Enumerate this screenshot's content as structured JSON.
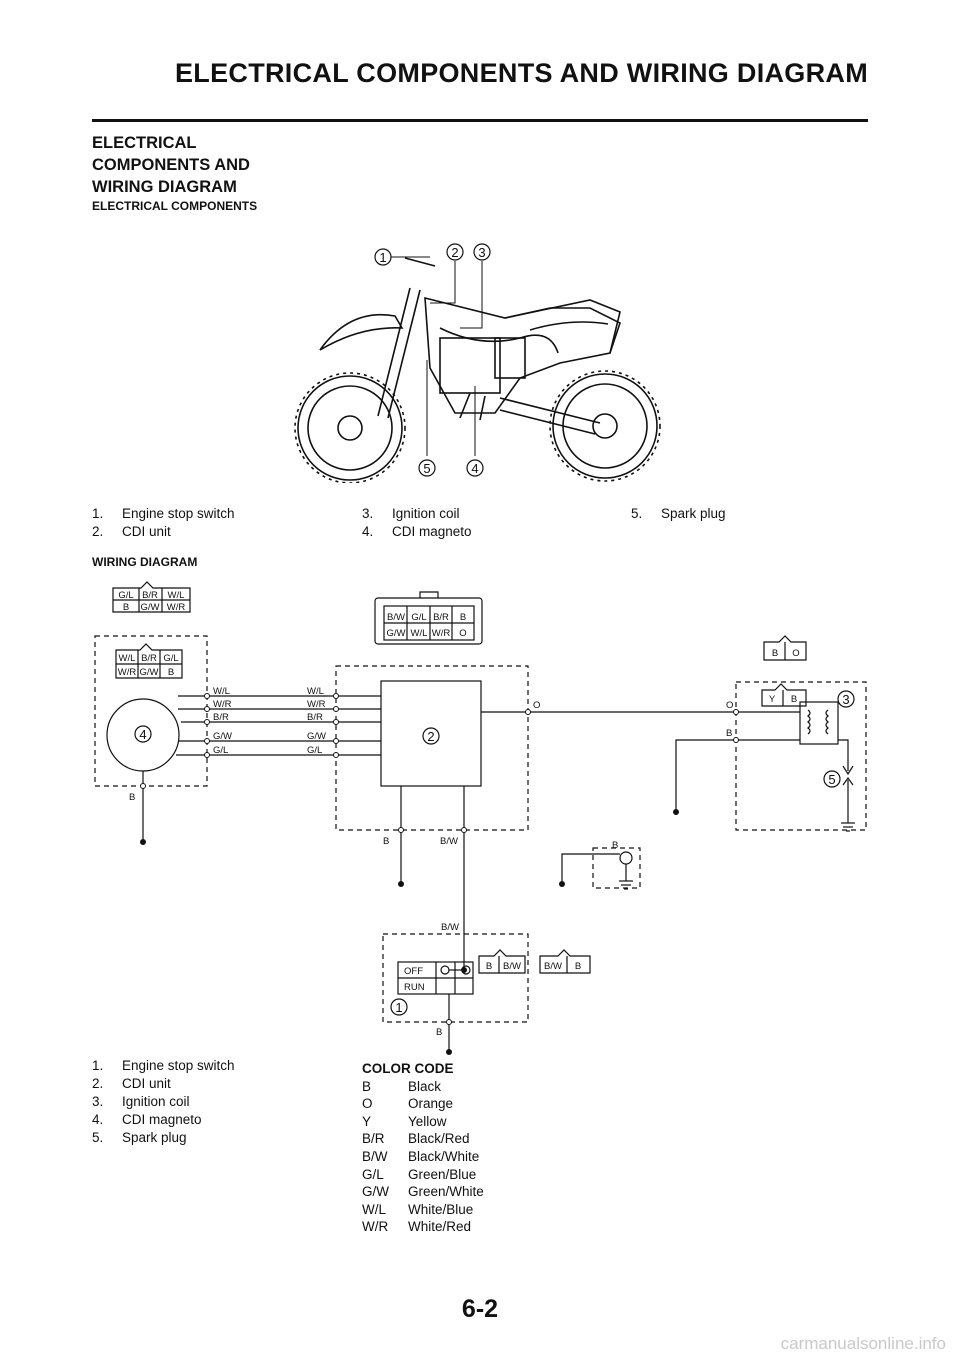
{
  "header": {
    "title": "ELECTRICAL COMPONENTS AND WIRING DIAGRAM"
  },
  "section": {
    "title_lines": [
      "ELECTRICAL",
      "COMPONENTS AND",
      "WIRING DIAGRAM"
    ],
    "components_heading": "ELECTRICAL COMPONENTS",
    "wiring_heading": "WIRING DIAGRAM"
  },
  "callouts": [
    "1",
    "2",
    "3",
    "4",
    "5"
  ],
  "components_legend": [
    {
      "num": "1.",
      "label": "Engine stop switch"
    },
    {
      "num": "2.",
      "label": "CDI unit"
    },
    {
      "num": "3.",
      "label": "Ignition coil"
    },
    {
      "num": "4.",
      "label": "CDI magneto"
    },
    {
      "num": "5.",
      "label": "Spark plug"
    }
  ],
  "wiring": {
    "magneto_conn_top": [
      "G/L",
      "B/R",
      "W/L",
      "B",
      "G/W",
      "W/R"
    ],
    "magneto_conn_inner": [
      "W/L",
      "B/R",
      "G/L",
      "W/R",
      "G/W",
      "B"
    ],
    "cdi_conn": [
      "B/W",
      "G/L",
      "B/R",
      "B",
      "G/W",
      "W/L",
      "W/R",
      "O"
    ],
    "coil_conn_top": [
      "B",
      "O"
    ],
    "coil_conn_inner": [
      "Y",
      "B"
    ],
    "wire_labels_left": [
      "W/L",
      "W/R",
      "B/R",
      "G/W",
      "G/L"
    ],
    "wire_labels_right": [
      "W/L",
      "W/R",
      "B/R",
      "G/W",
      "G/L"
    ],
    "wire_o": "O",
    "wire_b": "B",
    "wire_bw": "B/W",
    "switch_positions": [
      "OFF",
      "RUN"
    ],
    "switch_conn": [
      "B",
      "B/W"
    ],
    "switch_conn2": [
      "B/W",
      "B"
    ]
  },
  "wiring_legend": [
    {
      "num": "1.",
      "label": "Engine stop switch"
    },
    {
      "num": "2.",
      "label": "CDI unit"
    },
    {
      "num": "3.",
      "label": "Ignition coil"
    },
    {
      "num": "4.",
      "label": "CDI magneto"
    },
    {
      "num": "5.",
      "label": "Spark plug"
    }
  ],
  "color_code": {
    "title": "COLOR CODE",
    "items": [
      {
        "code": "B",
        "name": "Black"
      },
      {
        "code": "O",
        "name": "Orange"
      },
      {
        "code": "Y",
        "name": "Yellow"
      },
      {
        "code": "B/R",
        "name": "Black/Red"
      },
      {
        "code": "B/W",
        "name": "Black/White"
      },
      {
        "code": "G/L",
        "name": "Green/Blue"
      },
      {
        "code": "G/W",
        "name": "Green/White"
      },
      {
        "code": "W/L",
        "name": "White/Blue"
      },
      {
        "code": "W/R",
        "name": "White/Red"
      }
    ]
  },
  "page_number": "6-2",
  "watermark": "carmanualsonline.info"
}
